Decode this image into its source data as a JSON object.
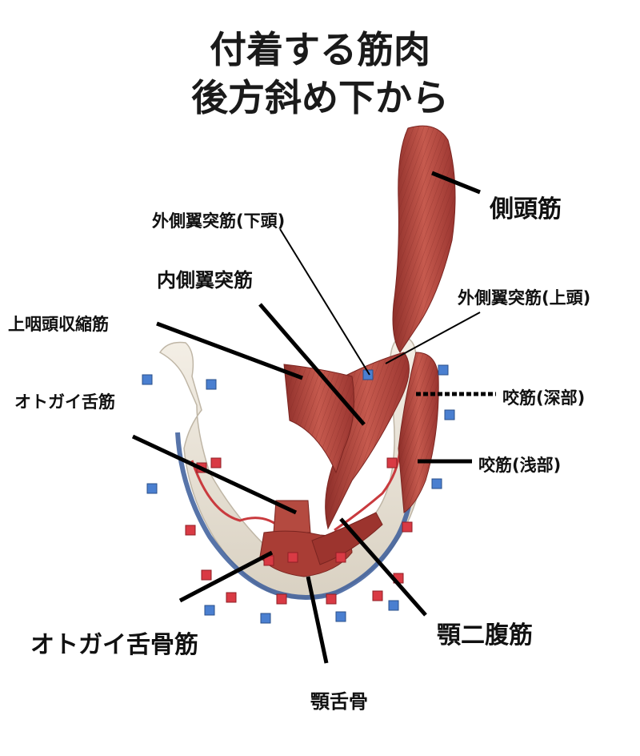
{
  "title": {
    "line1": "付着する筋肉",
    "line2": "後方斜め下から"
  },
  "labels": {
    "temporalis": "側頭筋",
    "lateral_pterygoid_lower": "外側翼突筋(下頭)",
    "medial_pterygoid": "内側翼突筋",
    "lateral_pterygoid_upper": "外側翼突筋(上頭)",
    "superior_pharyngeal_constrictor": "上咽頭収縮筋",
    "genioglossus": "オトガイ舌筋",
    "masseter_deep": "咬筋(深部)",
    "masseter_superficial": "咬筋(浅部)",
    "geniohyoid": "オトガイ舌骨筋",
    "digastric": "顎二腹筋",
    "hyoid": "顎舌骨"
  },
  "colors": {
    "muscle": "#b5473f",
    "bone": "#ece6da",
    "origin_marker": "#d93a44",
    "insertion_marker": "#4a7fd0"
  }
}
